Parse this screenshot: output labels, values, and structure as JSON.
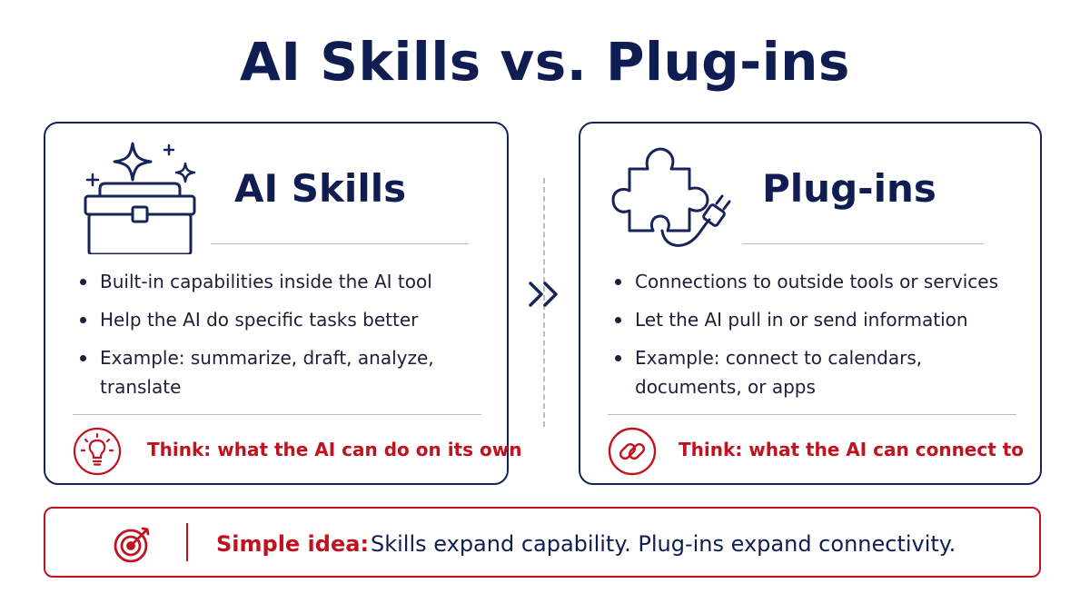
{
  "title": "AI Skills vs. Plug-ins",
  "left_card": {
    "icon": "toolbox-sparkle-icon",
    "title": "AI Skills",
    "bullets": [
      "Built-in capabilities inside the AI tool",
      "Help the AI do specific tasks better",
      "Example: summarize, draft, analyze, translate"
    ],
    "think_icon": "lightbulb-icon",
    "think_text": "Think: what the AI can do on its own"
  },
  "right_card": {
    "icon": "puzzle-plug-icon",
    "title": "Plug-ins",
    "bullets": [
      "Connections to outside tools or services",
      "Let the AI pull in or send information",
      "Example: connect to calendars, documents, or apps"
    ],
    "think_icon": "link-icon",
    "think_text": "Think: what the AI can connect to"
  },
  "divider_icon": "double-chevron-right-icon",
  "bottom": {
    "icon": "target-icon",
    "label": "Simple idea:",
    "text": "Skills expand capability. Plug-ins expand connectivity."
  },
  "colors": {
    "navy": "#0f1d52",
    "red": "#c1121f",
    "rule": "#b9bcc6"
  }
}
